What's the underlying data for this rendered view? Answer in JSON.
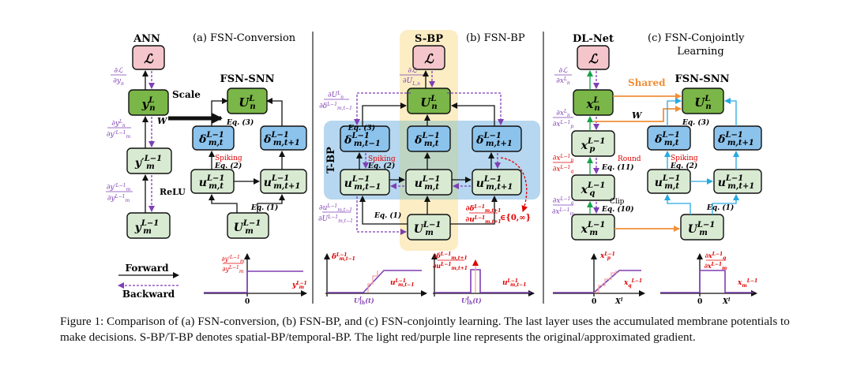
{
  "colors": {
    "loss_fill": "#f4c6cb",
    "green_fill": "#7ab648",
    "light_green_fill": "#d9ead3",
    "blue_fill": "#8cc3ec",
    "sbp_band": "#fcedc4",
    "tbp_band": "#a9d0ec",
    "forward": "#111111",
    "backward": "#7e3fb4",
    "red_text": "#e00000",
    "shared_orange": "#f0903a",
    "green_arrow": "#16a34a",
    "cyan_arrow": "#27a9e1"
  },
  "panel_a": {
    "title": "(a) FSN-Conversion",
    "ann_header": "ANN",
    "snn_header": "FSN-SNN",
    "scale": "Scale",
    "w": "W",
    "relu": "ReLU",
    "spiking": "Spiking",
    "eq1": "Eq. (1)",
    "eq2": "Eq. (2)",
    "eq3": "Eq. (3)",
    "legend_forward": "Forward",
    "legend_backward": "Backward",
    "plot_zero": "0"
  },
  "panel_b": {
    "title": "(b) FSN-BP",
    "sbp": "S-BP",
    "tbp": "T-BP",
    "spiking": "Spiking",
    "eq1": "Eq. (1)",
    "eq2": "Eq. (2)",
    "eq3": "Eq. (3)",
    "set_expr": "∈{0,∞}"
  },
  "panel_c": {
    "title_line1": "(c) FSN-Conjointly",
    "title_line2": "Learning",
    "dlnet_header": "DL-Net",
    "snn_header": "FSN-SNN",
    "shared": "Shared",
    "w": "W",
    "round": "Round",
    "clip": "Clip",
    "spiking": "Spiking",
    "eq1": "Eq. (1)",
    "eq2": "Eq. (2)",
    "eq3": "Eq. (3)",
    "eq10": "Eq. (10)",
    "eq11": "Eq. (11)",
    "plot_zero": "0"
  },
  "caption": "Figure 1: Comparison of (a) FSN-conversion, (b) FSN-BP, and (c) FSN-conjointly learning. The last layer uses the accumulated membrane potentials to make decisions. S-BP/T-BP denotes spatial-BP/temporal-BP. The light red/purple line represents the original/approximated gradient."
}
